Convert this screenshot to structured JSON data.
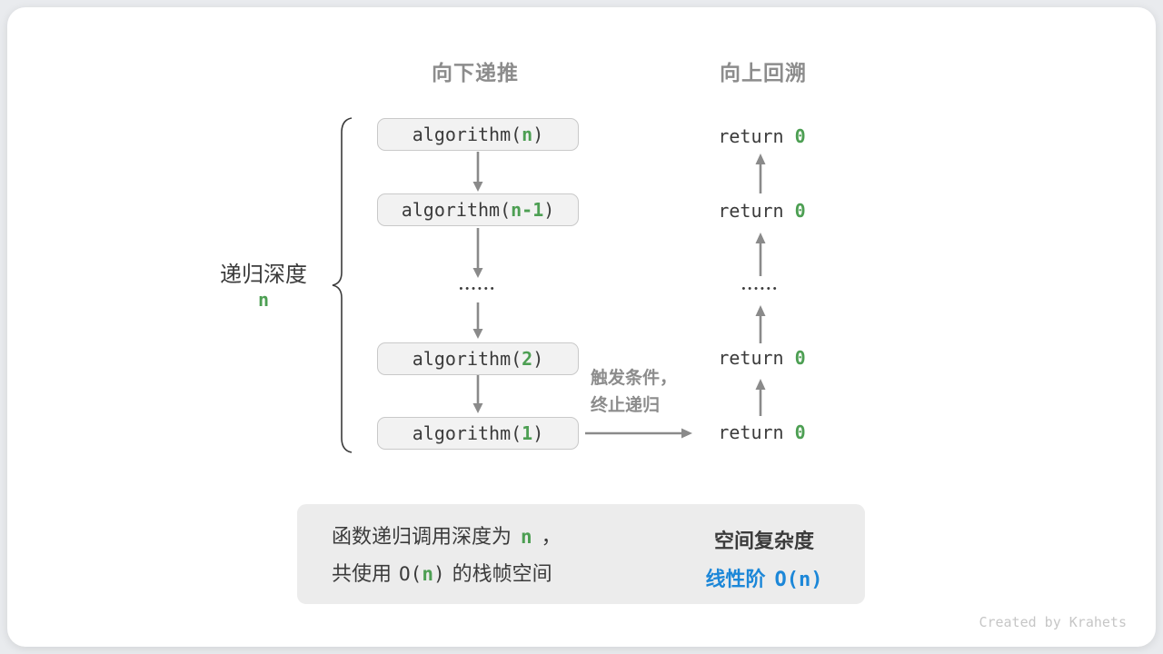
{
  "colors": {
    "green": "#4d9f53",
    "blue": "#1c87d8",
    "header-gray": "#8c8c8c",
    "dark": "#3b3b3b",
    "arrow": "#8a8a8a",
    "box-fill": "#f2f2f2",
    "box-border": "#c9c9c9",
    "summary-bg": "#ececec",
    "block-arrow": "#c0c0c0",
    "credit": "#c6c6c6",
    "page-bg": "#e9ebee",
    "card-bg": "#ffffff"
  },
  "headers": {
    "downward": "向下递推",
    "upward": "向上回溯"
  },
  "depth_label": {
    "text": "递归深度",
    "value": "n"
  },
  "stack_frames": [
    {
      "fn": "algorithm(",
      "arg": "n",
      "end": ")"
    },
    {
      "fn": "algorithm(",
      "arg": "n-1",
      "end": ")"
    },
    {
      "fn": "algorithm(",
      "arg": "2",
      "end": ")"
    },
    {
      "fn": "algorithm(",
      "arg": "1",
      "end": ")"
    }
  ],
  "returns": [
    {
      "kw": "return",
      "val": "0"
    },
    {
      "kw": "return",
      "val": "0"
    },
    {
      "kw": "return",
      "val": "0"
    },
    {
      "kw": "return",
      "val": "0"
    }
  ],
  "ellipsis": "••••••",
  "condition_note": {
    "line1": "触发条件，",
    "line2": "终止递归"
  },
  "summary": {
    "line1": {
      "pre": "函数递归调用深度为",
      "var": "n",
      "post": "，"
    },
    "line2": {
      "pre": "共使用",
      "code_open": "O(",
      "var": "n",
      "code_close": ")",
      "post": "的栈帧空间"
    },
    "result_title": "空间复杂度",
    "result_prefix": "线性阶",
    "result_code_open": "O(",
    "result_var": "n",
    "result_code_close": ")"
  },
  "credit": "Created by Krahets"
}
